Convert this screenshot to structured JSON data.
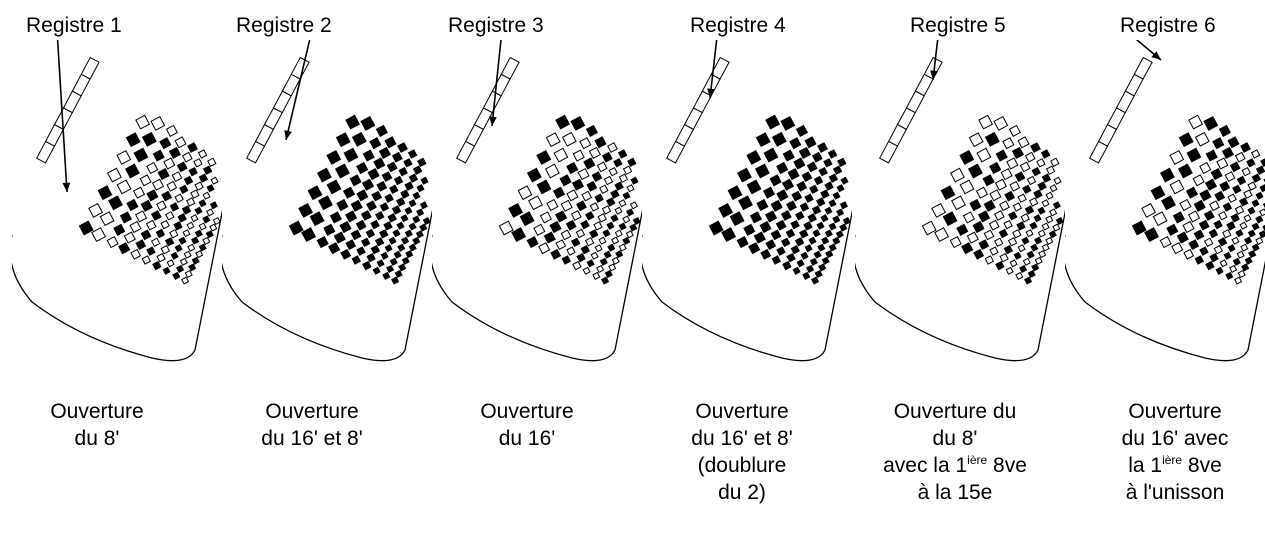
{
  "panels": [
    {
      "register": "Registre 1",
      "caption": [
        {
          "parts": [
            "Ouverture"
          ]
        },
        {
          "parts": [
            "du 8'"
          ]
        }
      ],
      "state": [
        1,
        0,
        1,
        0,
        0,
        1,
        0,
        1,
        1,
        1,
        0,
        0,
        0,
        1,
        1,
        0
      ]
    },
    {
      "register": "Registre 2",
      "caption": [
        {
          "parts": [
            "Ouverture"
          ]
        },
        {
          "parts": [
            "du 16' et 8'"
          ]
        }
      ],
      "state": [
        1,
        1,
        1,
        1,
        1,
        1,
        1,
        1,
        1,
        1,
        1,
        1,
        1,
        1,
        1,
        1
      ]
    },
    {
      "register": "Registre 3",
      "caption": [
        {
          "parts": [
            "Ouverture"
          ]
        },
        {
          "parts": [
            "du 16'"
          ]
        }
      ],
      "state": [
        0,
        1,
        0,
        1,
        1,
        0,
        1,
        0,
        0,
        0,
        1,
        1,
        1,
        0,
        0,
        1
      ]
    },
    {
      "register": "Registre 4",
      "caption": [
        {
          "parts": [
            "Ouverture"
          ]
        },
        {
          "parts": [
            "du 16' et 8'"
          ]
        },
        {
          "parts": [
            "(doublure"
          ]
        },
        {
          "parts": [
            "du 2)"
          ]
        }
      ],
      "state": [
        1,
        1,
        1,
        1,
        1,
        1,
        1,
        1,
        1,
        1,
        1,
        1,
        1,
        1,
        1,
        1
      ]
    },
    {
      "register": "Registre 5",
      "caption": [
        {
          "parts": [
            "Ouverture du"
          ]
        },
        {
          "parts": [
            "du 8'"
          ]
        },
        {
          "parts": [
            "avec la 1",
            "ière",
            "  8ve"
          ]
        },
        {
          "parts": [
            "à la 15e"
          ]
        }
      ],
      "state": [
        0,
        0,
        1,
        0,
        1,
        0,
        0,
        1,
        0,
        1,
        0,
        1,
        1,
        1,
        0,
        0
      ]
    },
    {
      "register": "Registre 6",
      "caption": [
        {
          "parts": [
            "Ouverture"
          ]
        },
        {
          "parts": [
            "du 16' avec"
          ]
        },
        {
          "parts": [
            "la 1",
            "ière",
            " 8ve"
          ]
        },
        {
          "parts": [
            "à l'unisson"
          ]
        }
      ],
      "state": [
        1,
        0,
        1,
        1,
        0,
        1,
        0,
        1,
        1,
        0,
        1,
        0,
        0,
        1,
        1,
        1
      ]
    }
  ]
}
